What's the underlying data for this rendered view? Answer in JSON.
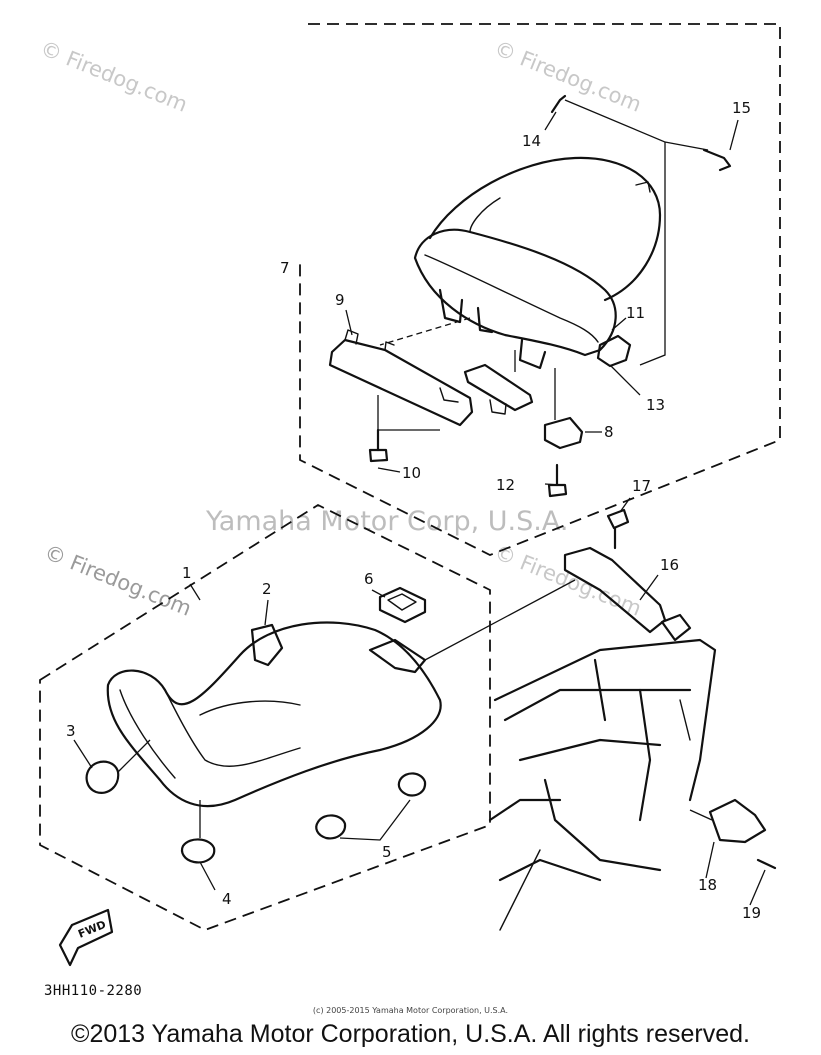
{
  "watermarks": {
    "firedog_1": "© Firedog.com",
    "firedog_2": "© Firedog.com",
    "firedog_3": "© Firedog.com",
    "firedog_4": "© Firedog.com",
    "center": "Yamaha Motor Corp, U.S.A."
  },
  "callouts": [
    "1",
    "2",
    "3",
    "4",
    "5",
    "6",
    "7",
    "8",
    "9",
    "10",
    "11",
    "12",
    "13",
    "14",
    "15",
    "16",
    "17",
    "18",
    "19"
  ],
  "fwd_label": "FWD",
  "diagram_code": "3HH110-2280",
  "small_copyright": "(c) 2005-2015 Yamaha Motor Corporation, U.S.A.",
  "copyright": "©2013 Yamaha Motor Corporation, U.S.A. All rights reserved."
}
